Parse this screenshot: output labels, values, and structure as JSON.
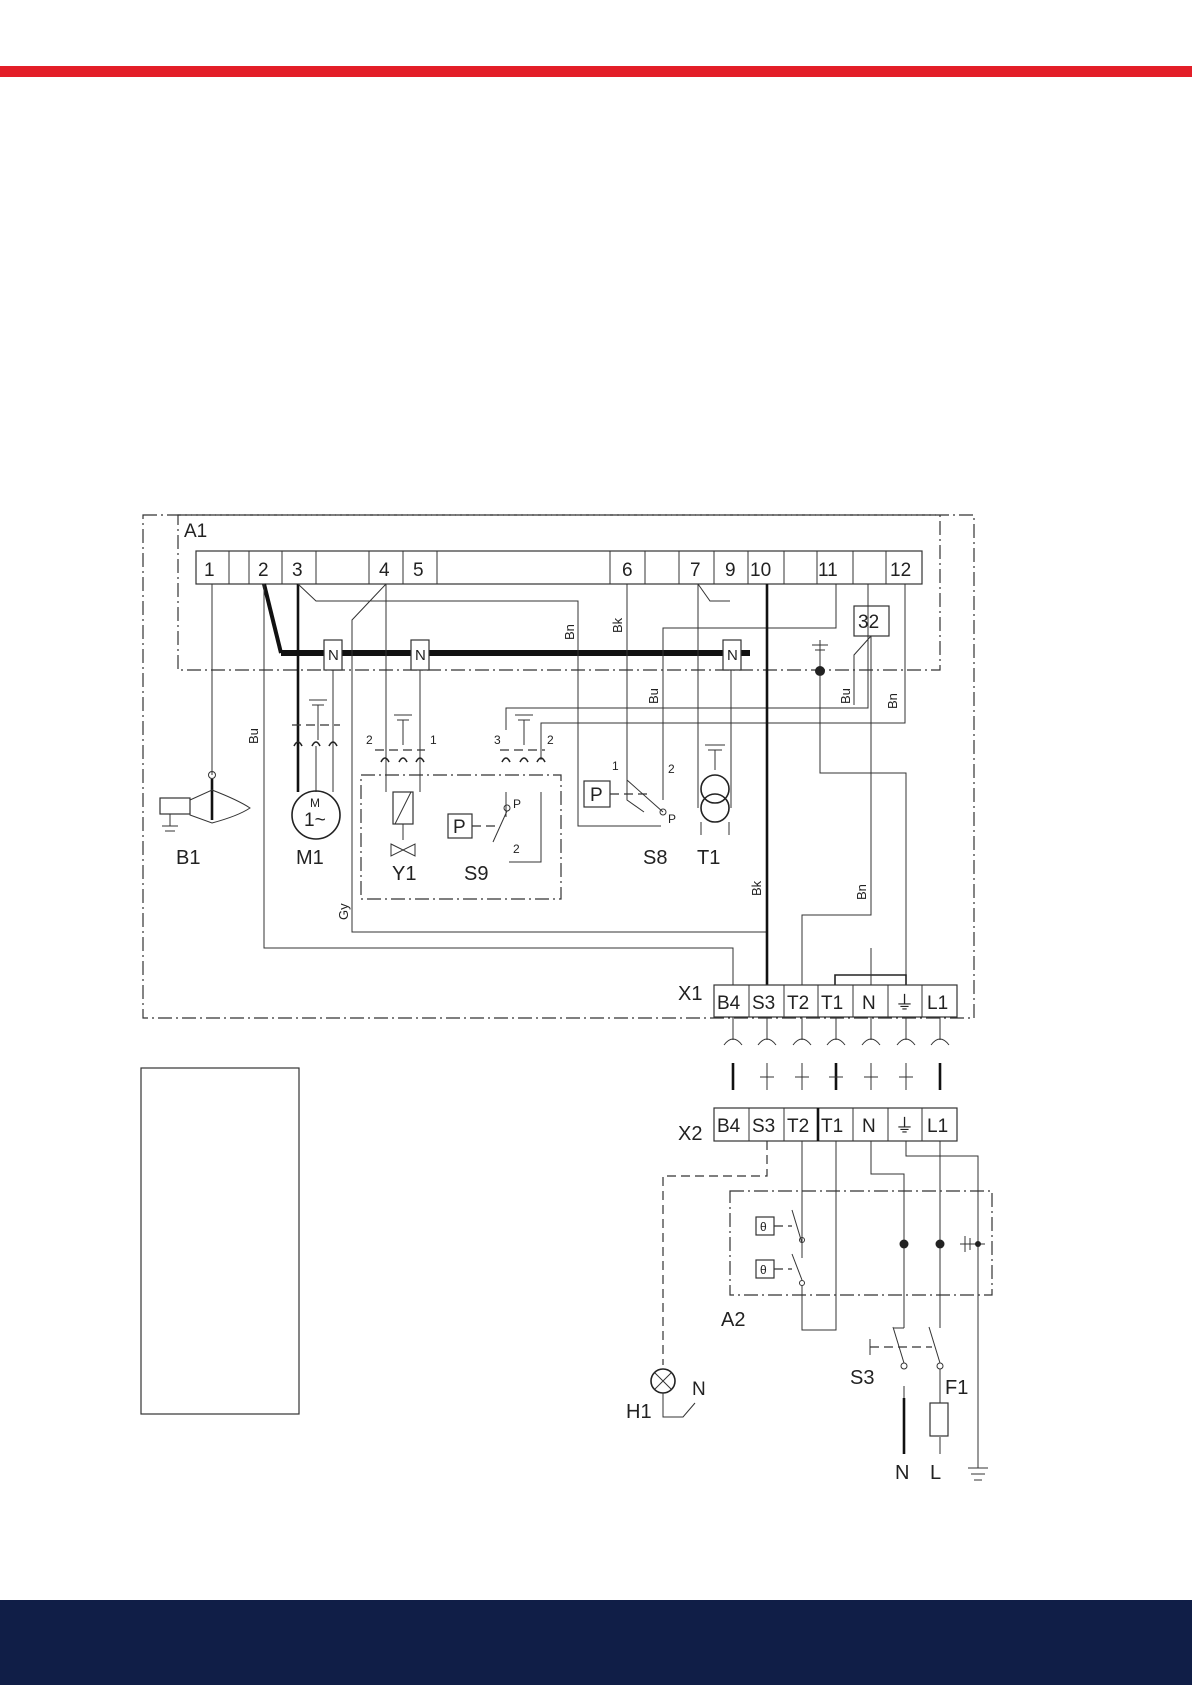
{
  "colors": {
    "accent_red": "#e31e28",
    "footer_navy": "#101e47",
    "line": "#333333"
  },
  "diagram": {
    "a1_label": "A1",
    "a1_terminals": [
      "1",
      "2",
      "3",
      "4",
      "5",
      "6",
      "7",
      "9",
      "10",
      "11",
      "12"
    ],
    "module_32": "32",
    "neutral_tag": "N",
    "wire_colors": {
      "bu": "Bu",
      "bn": "Bn",
      "bk": "Bk",
      "gy": "Gy"
    },
    "components": {
      "b1": "B1",
      "m1": "M1",
      "m1_motor_top": "M",
      "m1_motor_bottom": "1~",
      "y1": "Y1",
      "s9": "S9",
      "s8": "S8",
      "t1": "T1",
      "pressure": "P",
      "contact_p": "P",
      "pin_1": "1",
      "pin_2": "2",
      "pin_3": "3",
      "x1": "X1",
      "x2": "X2",
      "a2": "A2",
      "s3": "S3",
      "f1": "F1",
      "h1": "H1",
      "theta": "θ"
    },
    "x_terminals": [
      "B4",
      "S3",
      "T2",
      "T1",
      "N",
      "⏚",
      "L1"
    ],
    "supply": {
      "n": "N",
      "l": "L",
      "h1_n": "N"
    }
  }
}
